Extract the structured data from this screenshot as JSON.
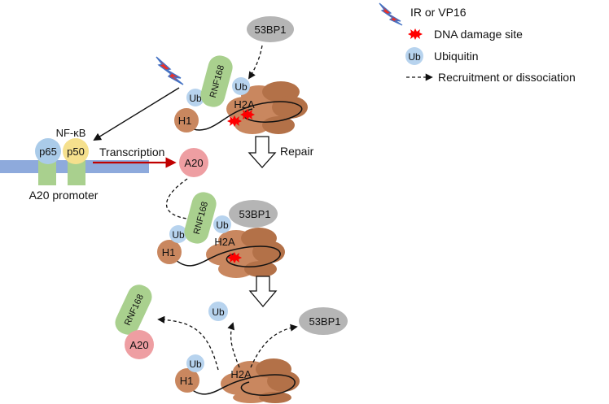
{
  "legend": {
    "ir": "IR  or VP16",
    "damage": "DNA damage site",
    "ubiquitin": "Ubiquitin",
    "ub_symbol": "Ub",
    "arrow": "Recruitment or dissociation"
  },
  "labels": {
    "bp53": "53BP1",
    "rnf168": "RNF168",
    "ub": "Ub",
    "h2a": "H2A",
    "h1": "H1",
    "nfkb": "NF-κB",
    "p65": "p65",
    "p50": "p50",
    "transcription": "Transcription",
    "a20": "A20",
    "promoter": "A20 promoter",
    "repair": "Repair"
  },
  "colors": {
    "nucleosome": "#c9875f",
    "nucleosome_dark": "#b37148",
    "ub_fill": "#b7d3ee",
    "rnf168_fill": "#a9d08e",
    "bp53_fill": "#b5b5b5",
    "a20_fill": "#ee9ea2",
    "p65_fill": "#aacbe9",
    "p50_fill": "#f5e08d",
    "promoter_bar": "#8eaadc",
    "promoter_box": "#a9d08e",
    "transcription_arrow": "#c00000",
    "damage": "#ff0000",
    "lightning_blue": "#4472c4",
    "lightning_red": "#e8312b"
  }
}
